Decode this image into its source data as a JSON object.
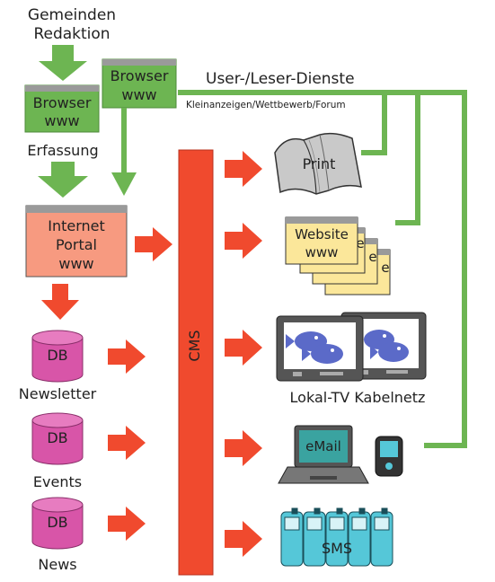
{
  "colors": {
    "green": "#6db552",
    "green_dark": "#4d8a3a",
    "red": "#f04a2e",
    "portal_fill": "#f79a80",
    "bar_gray": "#9a9a9a",
    "db": "#d855a8",
    "yellow": "#fbe79a",
    "teal": "#3aa3a0",
    "phone_blue": "#55c7d8"
  },
  "sources": {
    "gemeinden_line1": "Gemeinden",
    "gemeinden_line2": "Redaktion",
    "browser_left_line1": "Browser",
    "browser_left_line2": "www",
    "browser_right_line1": "Browser",
    "browser_right_line2": "www",
    "erfassung": "Erfassung",
    "portal_line1": "Internet",
    "portal_line2": "Portal",
    "portal_line3": "www"
  },
  "services": {
    "title": "User-/Leser-Dienste",
    "subtitle": "Kleinanzeigen/Wettbewerb/Forum"
  },
  "databases": [
    {
      "label": "DB",
      "caption": "Newsletter"
    },
    {
      "label": "DB",
      "caption": "Events"
    },
    {
      "label": "DB",
      "caption": "News"
    }
  ],
  "cms": {
    "label": "CMS"
  },
  "outputs": {
    "print": "Print",
    "website_line1": "Website",
    "website_line2": "www",
    "website_stack_letter": "e",
    "tv_caption": "Lokal-TV Kabelnetz",
    "email": "eMail",
    "sms": "SMS"
  }
}
